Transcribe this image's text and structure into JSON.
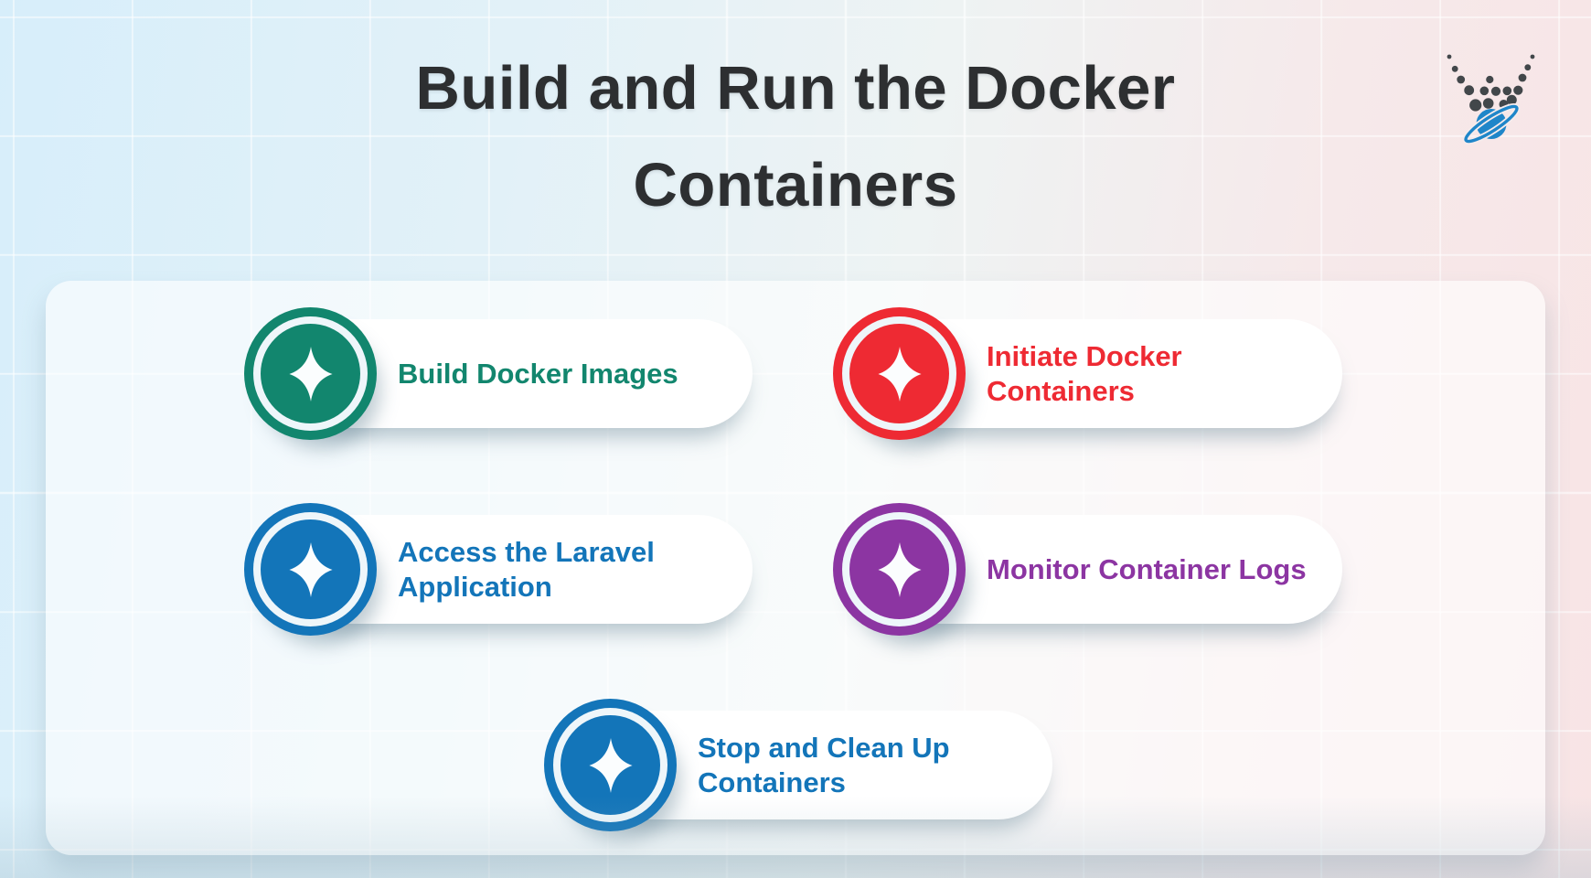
{
  "title": {
    "text": "Build and Run the Docker Containers"
  },
  "logo": {
    "name": "vlink-planet-logo",
    "dot_color": "#42474a",
    "planet_color": "#1f86c9"
  },
  "colors": {
    "title_text": "#2d2f31",
    "bg_blue": "#d7eefa",
    "bg_mid": "#eef3f3",
    "bg_pink": "#f8e4e5",
    "grid_line": "rgba(255,255,255,0.55)",
    "card_fill": "rgba(255,255,255,0.62)",
    "pill_fill": "#ffffff",
    "ring_gap": "#eef6fa",
    "sparkle": "#fbfdfe"
  },
  "items": [
    {
      "label": "Build Docker Images",
      "color": "#12866e"
    },
    {
      "label": "Initiate Docker Containers",
      "color": "#ee2a33"
    },
    {
      "label": "Access the Laravel Application",
      "color": "#1375b9"
    },
    {
      "label": "Monitor Container Logs",
      "color": "#8c35a2"
    },
    {
      "label": "Stop and Clean Up Containers",
      "color": "#1375b9"
    }
  ]
}
